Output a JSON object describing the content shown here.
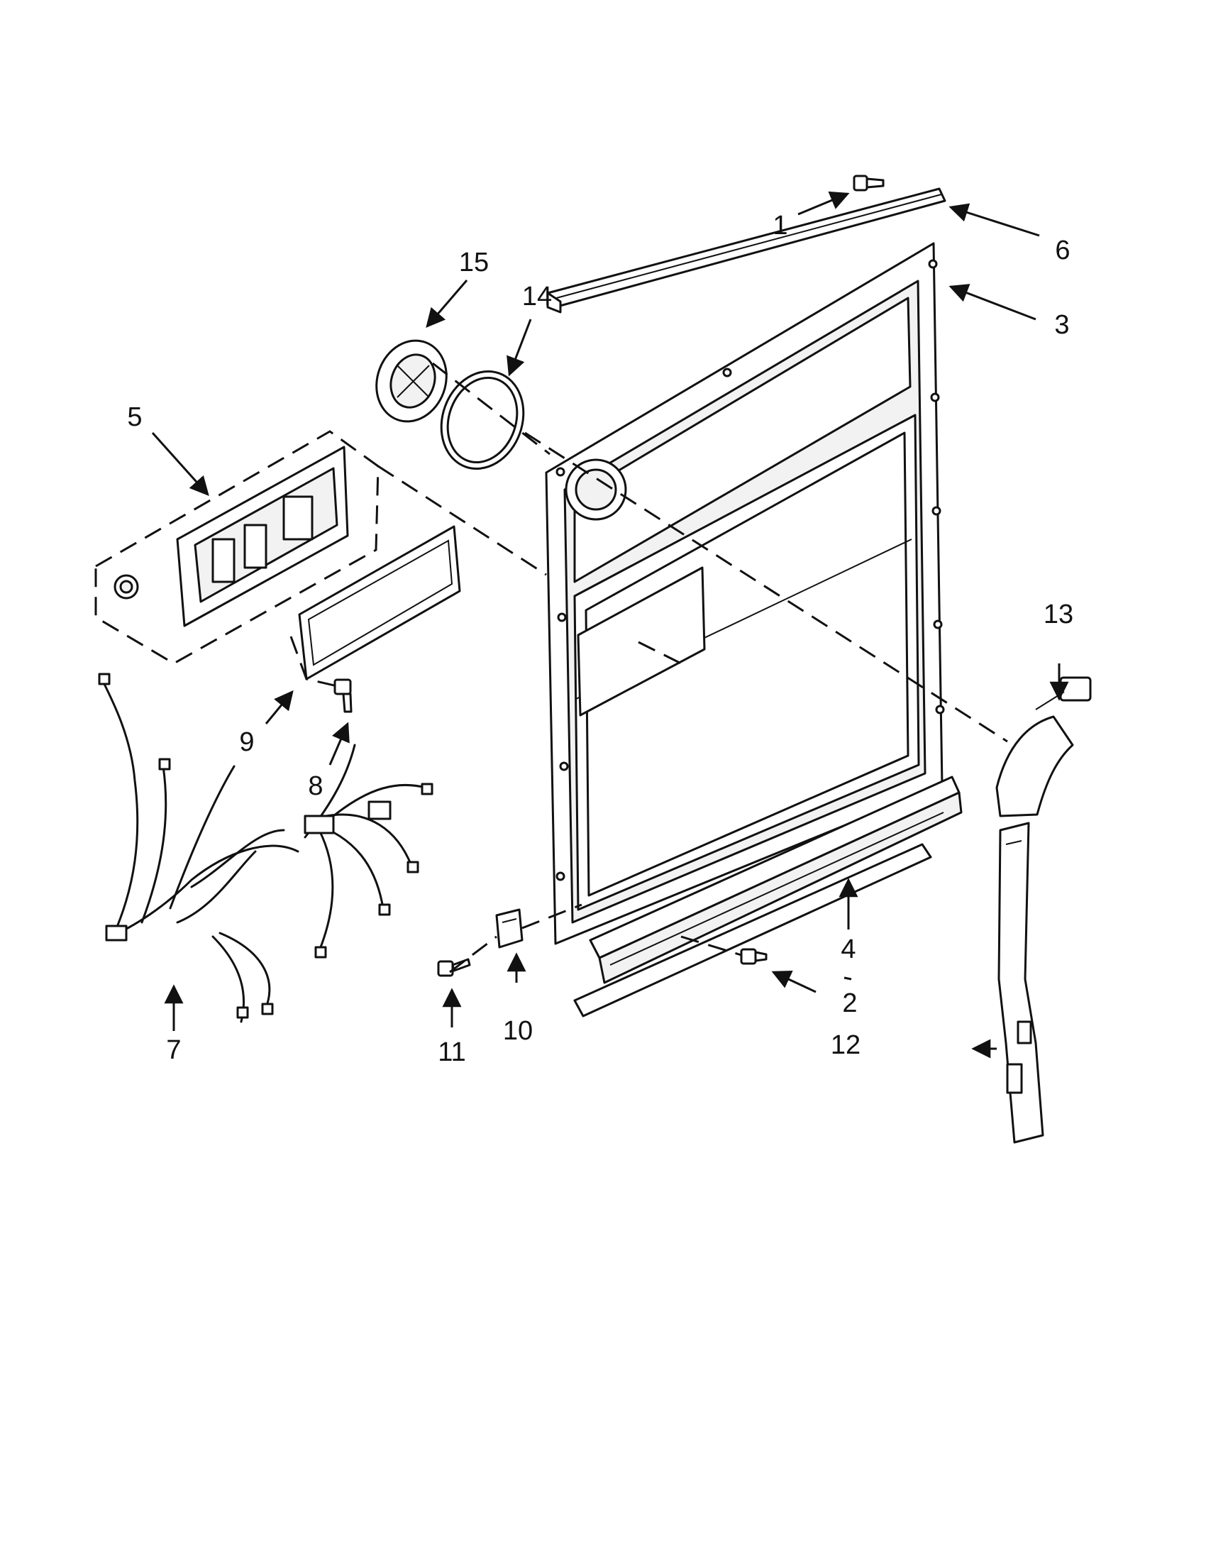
{
  "diagram": {
    "callouts": [
      {
        "id": "1",
        "text": "1"
      },
      {
        "id": "2",
        "text": "2"
      },
      {
        "id": "3",
        "text": "3"
      },
      {
        "id": "4",
        "text": "4"
      },
      {
        "id": "5",
        "text": "5"
      },
      {
        "id": "6",
        "text": "6"
      },
      {
        "id": "7",
        "text": "7"
      },
      {
        "id": "8",
        "text": "8"
      },
      {
        "id": "9",
        "text": "9"
      },
      {
        "id": "10",
        "text": "10"
      },
      {
        "id": "11",
        "text": "11"
      },
      {
        "id": "12",
        "text": "12"
      },
      {
        "id": "13",
        "text": "13"
      },
      {
        "id": "14",
        "text": "14"
      },
      {
        "id": "15",
        "text": "15"
      }
    ],
    "colors": {
      "line": "#111111",
      "background": "#ffffff",
      "fill_light": "#f2f2f2"
    }
  }
}
